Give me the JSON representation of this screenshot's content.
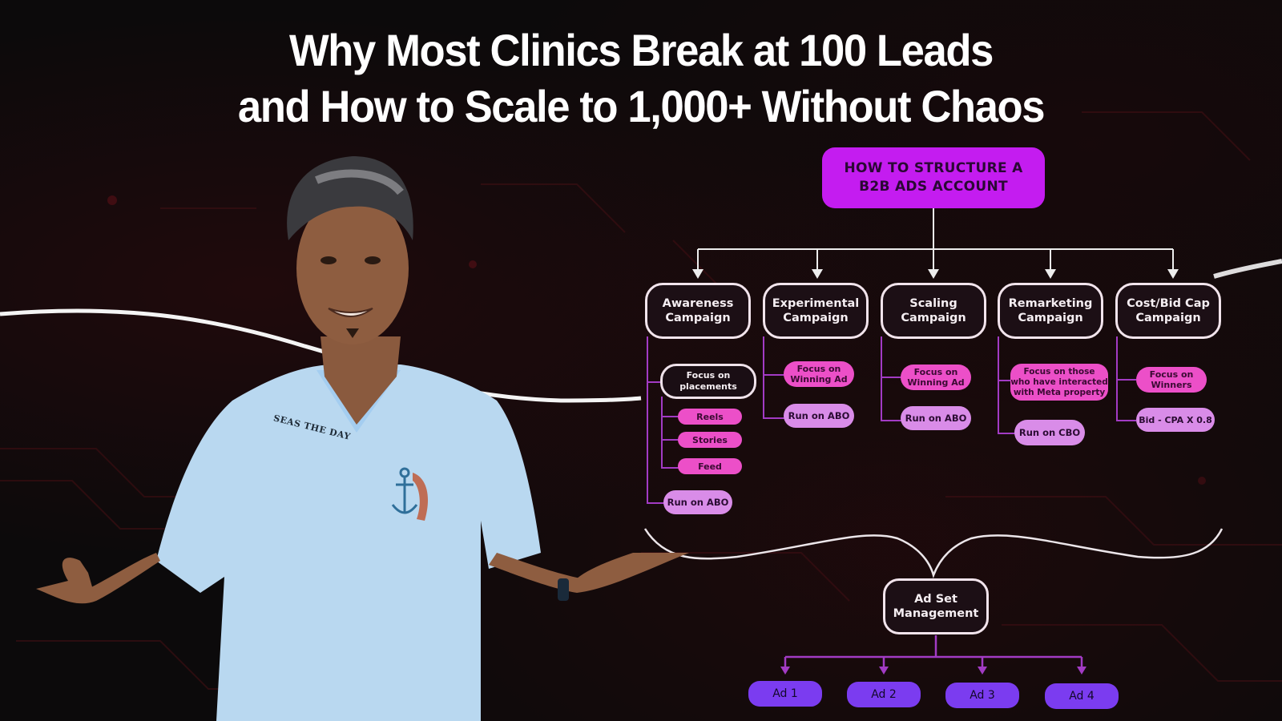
{
  "title": {
    "line1": "Why Most Clinics Break at 100 Leads",
    "line2": "and How to Scale to 1,000+ Without Chaos"
  },
  "diagram": {
    "root": {
      "line1": "HOW TO STRUCTURE A",
      "line2": "B2B ADS ACCOUNT"
    },
    "campaigns": [
      {
        "line1": "Awareness",
        "line2": "Campaign",
        "children": [
          {
            "type": "dark",
            "line1": "Focus on",
            "line2": "placements"
          },
          {
            "type": "pink",
            "label": "Reels"
          },
          {
            "type": "pink",
            "label": "Stories"
          },
          {
            "type": "pink",
            "label": "Feed"
          },
          {
            "type": "lavender",
            "label": "Run on ABO"
          }
        ]
      },
      {
        "line1": "Experimental",
        "line2": "Campaign",
        "children": [
          {
            "type": "pink",
            "line1": "Focus on",
            "line2": "Winning Ad"
          },
          {
            "type": "lavender",
            "label": "Run on ABO"
          }
        ]
      },
      {
        "line1": "Scaling",
        "line2": "Campaign",
        "children": [
          {
            "type": "pink",
            "line1": "Focus on",
            "line2": "Winning Ad"
          },
          {
            "type": "lavender",
            "label": "Run on ABO"
          }
        ]
      },
      {
        "line1": "Remarketing",
        "line2": "Campaign",
        "children": [
          {
            "type": "pink",
            "line1": "Focus on those",
            "line2": "who have interacted",
            "line3": "with Meta property"
          },
          {
            "type": "lavender",
            "label": "Run on CBO"
          }
        ]
      },
      {
        "line1": "Cost/Bid Cap",
        "line2": "Campaign",
        "children": [
          {
            "type": "pink",
            "line1": "Focus on",
            "line2": "Winners"
          },
          {
            "type": "lavender",
            "label": "Bid - CPA X 0.8"
          }
        ]
      }
    ],
    "adset": {
      "line1": "Ad Set",
      "line2": "Management"
    },
    "ads": [
      "Ad 1",
      "Ad 2",
      "Ad 3",
      "Ad 4"
    ]
  },
  "person": {
    "shirt_text": "SEAS THE DAY"
  },
  "colors": {
    "background": "#0c0a0b",
    "root_fill": "#c41cf0",
    "pink_pill": "#ec4fc8",
    "lavender_pill": "#d98ce8",
    "ad_pill": "#7b3cf0",
    "connector_purple": "#a23bc4",
    "shirt": "#b9d8f0"
  }
}
